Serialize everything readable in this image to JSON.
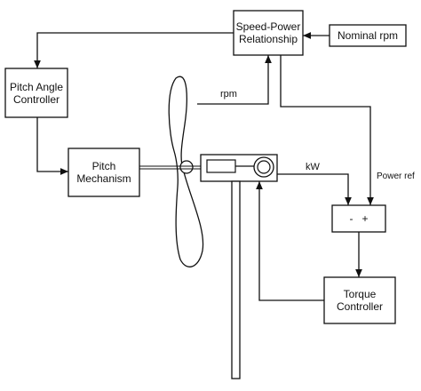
{
  "blocks": {
    "speed_power": "Speed-Power\nRelationship",
    "nominal_rpm": "Nominal rpm",
    "pitch_angle_controller": "Pitch Angle\nController",
    "pitch_mechanism": "Pitch\nMechanism",
    "summing_junction": "-   +",
    "torque_controller": "Torque\nController"
  },
  "signals": {
    "rpm": "rpm",
    "kw": "kW",
    "power_ref": "Power ref"
  },
  "colors": {
    "line": "#111111",
    "background": "#ffffff"
  }
}
